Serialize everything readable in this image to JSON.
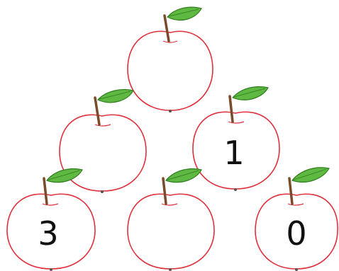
{
  "apples": [
    {
      "id": "top",
      "number": ""
    },
    {
      "id": "middle-left",
      "number": ""
    },
    {
      "id": "middle-right",
      "number": "1"
    },
    {
      "id": "bottom-left",
      "number": "3"
    },
    {
      "id": "bottom-middle",
      "number": ""
    },
    {
      "id": "bottom-right",
      "number": "0"
    }
  ],
  "colors": {
    "outline": "#e0303c",
    "leaf": "#5fb842",
    "stem": "#7a4a2a"
  }
}
